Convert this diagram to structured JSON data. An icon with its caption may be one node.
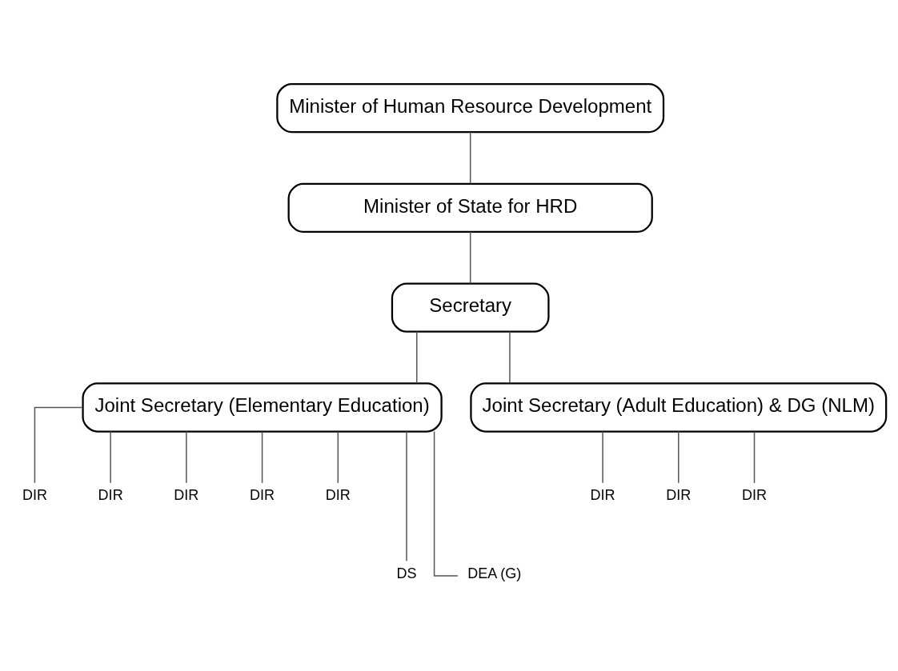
{
  "diagram": {
    "nodes": [
      {
        "text": [
          "Minister of Human Resource Development"
        ]
      },
      {
        "text": [
          "Minister of State for HRD"
        ]
      },
      {
        "text": [
          "Secretary"
        ]
      },
      {
        "text": [
          "Joint Secretary (Elementary Education)"
        ]
      },
      {
        "text": [
          "Joint Secretary (Adult Education) & DG (NLM)"
        ]
      },
      {
        "text": [
          "DIR"
        ]
      },
      {
        "text": [
          "DIR"
        ]
      },
      {
        "text": [
          "DIR"
        ]
      },
      {
        "text": [
          "DIR"
        ]
      },
      {
        "text": [
          "DIR"
        ]
      },
      {
        "text": [
          "DS"
        ]
      },
      {
        "text": [
          "DEA (G)"
        ]
      },
      {
        "text": [
          "DIR"
        ]
      },
      {
        "text": [
          "DIR"
        ]
      },
      {
        "text": [
          "DIR"
        ]
      }
    ],
    "edges": [
      {
        "from": 0,
        "to": 1,
        "arrow": "none"
      },
      {
        "from": 1,
        "to": 2,
        "arrow": "none"
      },
      {
        "from": 2,
        "to": 3,
        "arrow": "none"
      },
      {
        "from": 2,
        "to": 4,
        "arrow": "none"
      },
      {
        "from": 3,
        "to": 5,
        "arrow": "none"
      },
      {
        "from": 3,
        "to": 6,
        "arrow": "none"
      },
      {
        "from": 3,
        "to": 7,
        "arrow": "none"
      },
      {
        "from": 3,
        "to": 8,
        "arrow": "none"
      },
      {
        "from": 3,
        "to": 9,
        "arrow": "none"
      },
      {
        "from": 3,
        "to": 10,
        "arrow": "none"
      },
      {
        "from": 3,
        "to": 11,
        "arrow": "none"
      },
      {
        "from": 4,
        "to": 12,
        "arrow": "none"
      },
      {
        "from": 4,
        "to": 13,
        "arrow": "none"
      },
      {
        "from": 4,
        "to": 14,
        "arrow": "none"
      }
    ]
  }
}
